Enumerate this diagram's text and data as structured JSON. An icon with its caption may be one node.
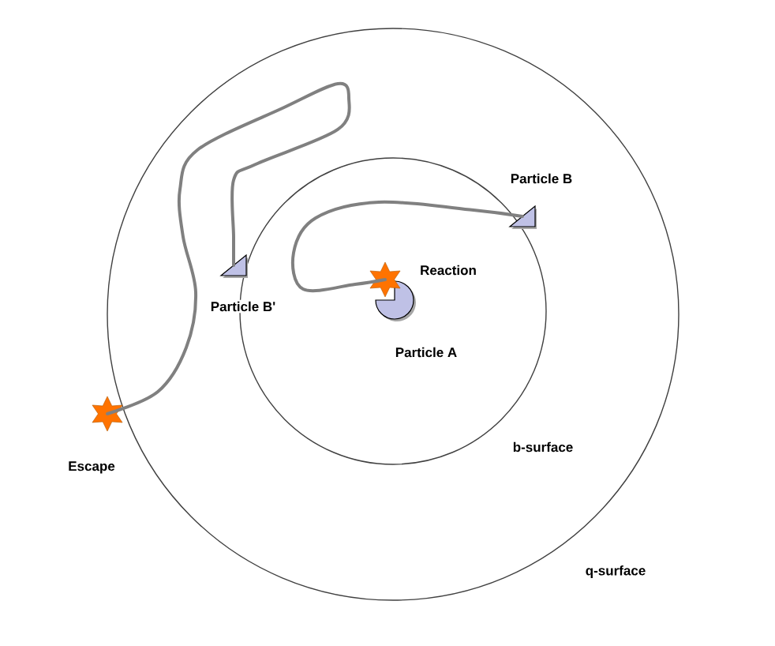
{
  "diagram": {
    "nodes": [
      {
        "text": [
          "q-surface"
        ]
      },
      {
        "text": [
          "b-surface"
        ],
        "in": 0
      },
      {
        "text": [
          "Particle A"
        ],
        "in": 1
      },
      {
        "text": [
          "Particle B"
        ],
        "in": 0
      },
      {
        "text": [
          "Particle B'"
        ],
        "in": 0
      },
      {
        "text": [
          "Reaction"
        ],
        "in": 1
      },
      {
        "text": [
          "Escape"
        ]
      }
    ],
    "edges": [
      {
        "from": 3,
        "to": 5,
        "arrow": "none"
      },
      {
        "from": 4,
        "to": 6,
        "arrow": "none"
      }
    ]
  }
}
